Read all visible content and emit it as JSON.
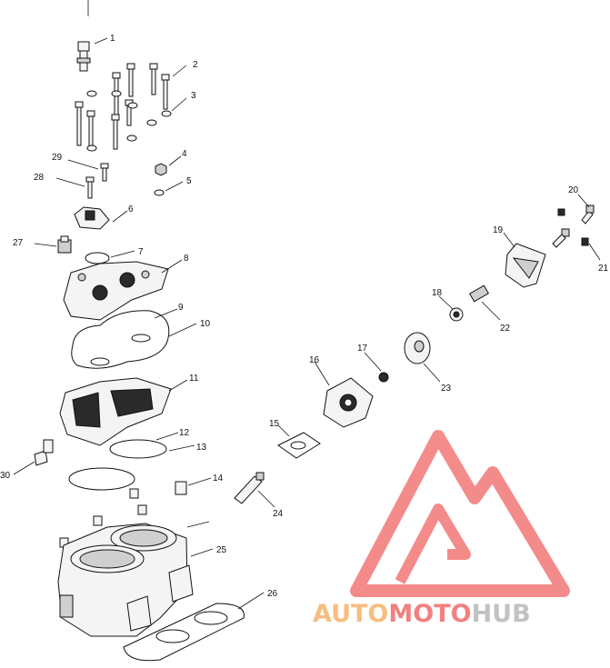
{
  "diagram": {
    "callouts": [
      "1",
      "2",
      "3",
      "4",
      "5",
      "6",
      "7",
      "8",
      "9",
      "10",
      "11",
      "12",
      "13",
      "14",
      "15",
      "16",
      "17",
      "18",
      "19",
      "20",
      "21",
      "22",
      "23",
      "24",
      "25",
      "26",
      "27",
      "28",
      "29",
      "30"
    ]
  },
  "watermark": {
    "word_part1": "AUTO",
    "word_part2": "MOTO",
    "word_part3": "HUB",
    "color_red": "#f26b6b",
    "color_orange": "#f6b26b",
    "color_gray": "#b8b8b8"
  }
}
